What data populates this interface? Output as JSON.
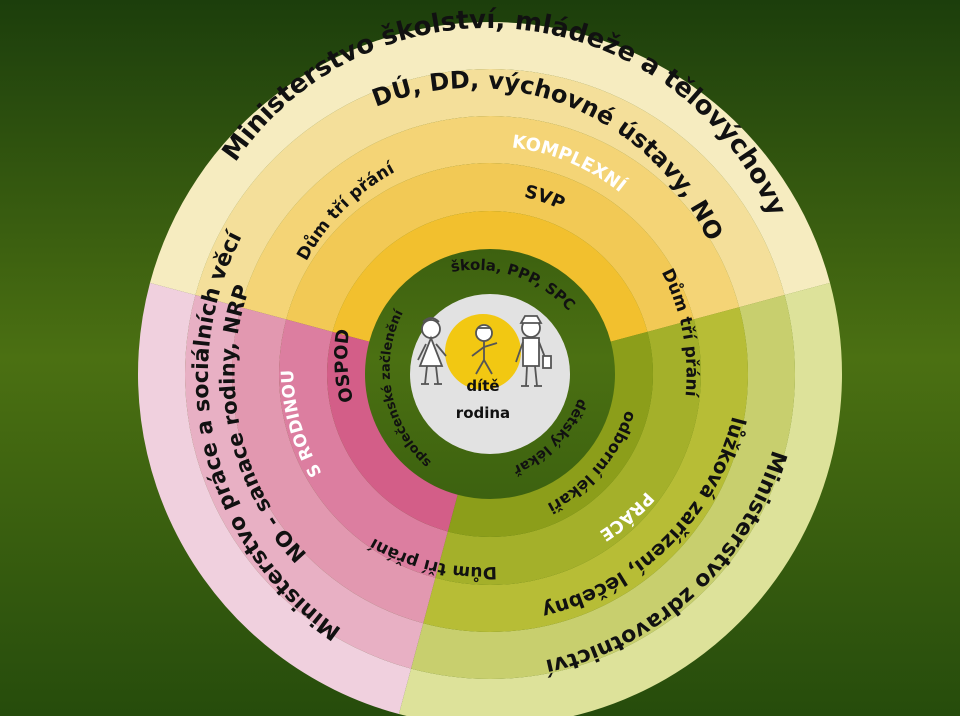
{
  "colors": {
    "background_top": "#1c3e0c",
    "background_mid": "#4b7012",
    "background_bottom": "#264c0c",
    "school_outer": "#f6ecc0",
    "school_2": "#f4df9a",
    "school_3": "#f4d476",
    "school_4": "#f2c955",
    "school_5": "#f2c02e",
    "health_outer": "#dde29a",
    "health_2": "#c8cf6e",
    "health_3": "#b7bd36",
    "health_4": "#a4b02a",
    "health_5": "#8c9e1a",
    "social_outer": "#f0d0de",
    "social_2": "#e8b0c4",
    "social_3": "#e298b0",
    "social_4": "#dc7ea0",
    "social_5": "#d35e88",
    "center_gray": "#e2e2e2",
    "center_yellow": "#f2c812",
    "text_dark": "#111111",
    "text_white": "#ffffff"
  },
  "diagram": {
    "sectors": {
      "school": {
        "ministry": "Ministerstvo školství, mládeže a tělovýchovy",
        "institutions": "DÚ, DD, výchovné ústavy, NO",
        "komplex": "KOMPLEXNÍ",
        "svp": "SVP",
        "inner": "škola, PPP, SPC"
      },
      "health": {
        "ministry": "Ministerstvo zdravotnictví",
        "institutions": "lůžková zařízení, léčebny",
        "prace": "PRÁCE",
        "specialists": "odborní lékaři",
        "inner": "dětský lékař"
      },
      "social": {
        "ministry": "Ministerstvo práce a sociálních věcí",
        "institutions": "NO - sanace rodiny, NRP",
        "rodinou": "S RODINOU",
        "ospod": "OSPOD",
        "inner": "společenské začlenění"
      }
    },
    "dum_tri_prani": "Dům tří přání",
    "center": {
      "child": "dítě",
      "family": "rodina"
    }
  }
}
